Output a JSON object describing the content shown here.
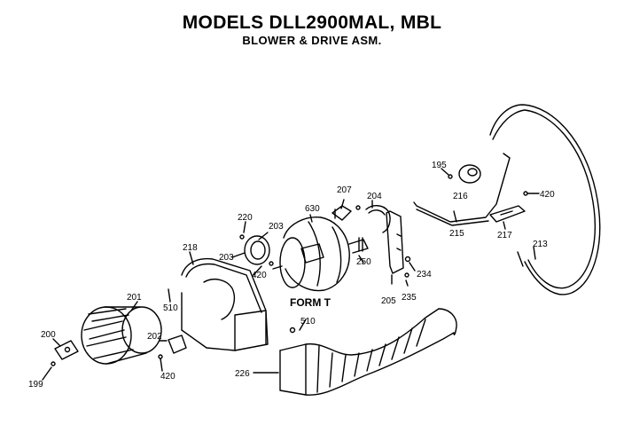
{
  "header": {
    "title": "MODELS DLL2900MAL, MBL",
    "subtitle": "BLOWER & DRIVE ASM."
  },
  "callouts": {
    "p195": "195",
    "p216": "216",
    "p420a": "420",
    "p215": "215",
    "p217": "217",
    "p213": "213",
    "p207": "207",
    "p204": "204",
    "p630": "630",
    "p220": "220",
    "p203a": "203",
    "p203b": "203",
    "p420b": "420",
    "p250": "250",
    "p234": "234",
    "p235": "235",
    "p205": "205",
    "p218": "218",
    "p201": "201",
    "p510a": "510",
    "p510b": "510",
    "p200": "200",
    "p202": "202",
    "p199": "199",
    "p420c": "420",
    "p226": "226"
  },
  "labels": {
    "form": "FORM T"
  }
}
